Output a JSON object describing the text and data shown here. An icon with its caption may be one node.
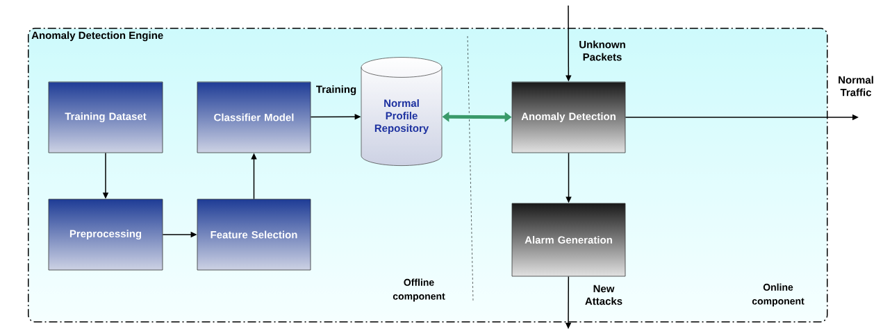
{
  "diagram": {
    "nodes": [
      {
        "text": [
          "Anomaly Detection Engine"
        ]
      },
      {
        "text": [
          "Training Dataset"
        ],
        "in": 0
      },
      {
        "text": [
          "Classifier Model"
        ],
        "in": 0
      },
      {
        "text": [
          "Preprocessing"
        ],
        "in": 0
      },
      {
        "text": [
          "Feature Selection"
        ],
        "in": 0
      },
      {
        "text": [
          "Normal Profile Repository"
        ],
        "in": 0
      },
      {
        "text": [
          "Anomaly Detection"
        ],
        "in": 0
      },
      {
        "text": [
          "Alarm Generation"
        ],
        "in": 0
      }
    ],
    "edges": [
      {
        "from": 1,
        "to": 3,
        "arrow": "to"
      },
      {
        "from": 3,
        "to": 4,
        "arrow": "to"
      },
      {
        "from": 4,
        "to": 2,
        "arrow": "to"
      },
      {
        "from": 2,
        "to": 5,
        "arrow": "to",
        "label": "Training"
      },
      {
        "from": 5,
        "to": 6,
        "arrow": "both",
        "style": "thick",
        "color": "#3a9a6a"
      },
      {
        "from": null,
        "to": 6,
        "arrow": "to",
        "label": "Unknown Packets"
      },
      {
        "from": 6,
        "to": null,
        "arrow": "to",
        "label": "Normal Traffic"
      },
      {
        "from": 6,
        "to": 7,
        "arrow": "to"
      },
      {
        "from": 7,
        "to": null,
        "arrow": "to",
        "label": "New Attacks"
      }
    ],
    "labels": [
      "Offline component",
      "Online component"
    ]
  }
}
